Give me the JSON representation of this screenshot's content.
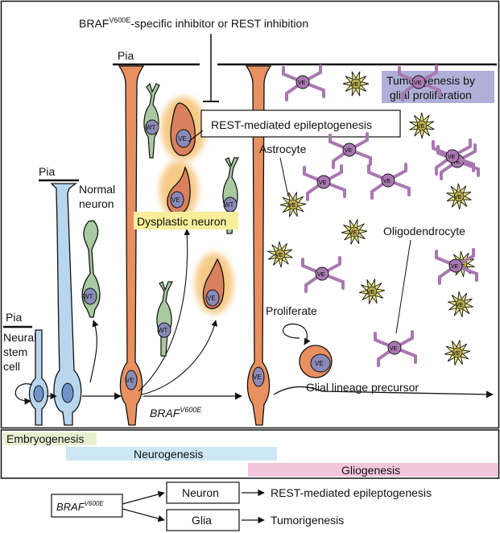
{
  "header": {
    "inhibitor_prefix": "BRAF",
    "inhibitor_sup": "V600E",
    "inhibitor_suffix": "-specific inhibitor or REST inhibition"
  },
  "labels": {
    "pia": "Pia",
    "neural_stem_cell": [
      "Neural",
      "stem",
      "cell"
    ],
    "normal_neuron": [
      "Normal",
      "neuron"
    ],
    "dysplastic_neuron": "Dysplastic neuron",
    "rest_epileptogenesis_box": "REST-mediated epileptogenesis",
    "tumorigenesis_box": [
      "Tumorigenesis by",
      "glial proliferation"
    ],
    "astrocyte": "Astrocyte",
    "oligodendrocyte": "Oligodendrocyte",
    "proliferate": "Proliferate",
    "glial_precursor": "Glial lineage precursor",
    "braf_arrow_main": "BRAF",
    "braf_arrow_sup": "V600E",
    "cell_wt": "WT",
    "cell_ve": "VE"
  },
  "timeline": {
    "embryogenesis": "Embryogenesis",
    "neurogenesis": "Neurogenesis",
    "gliogenesis": "Gliogenesis",
    "colors": {
      "embryogenesis": "#e8f0d0",
      "neurogenesis": "#cde8f4",
      "gliogenesis": "#f3c6de"
    }
  },
  "summary": {
    "braf_main": "BRAF",
    "braf_sup": "V600E",
    "neuron": "Neuron",
    "glia": "Glia",
    "neuron_outcome": "REST-mediated epileptogenesis",
    "glia_outcome": "Tumorigenesis"
  },
  "colors": {
    "stem_cell": "#b8d6ee",
    "radial_glia_ve": "#e89060",
    "normal_neuron": "#a9c9a0",
    "dysplastic_neuron": "#d9805c",
    "dysplastic_glow": "#f6c57a",
    "astrocyte": "#eeec88",
    "oligodendrocyte": "#a878b0",
    "nucleus": "#8a8ab8",
    "tumor_box": "#aeb0d8",
    "dysplastic_label_bg": "#f8ef9a"
  }
}
